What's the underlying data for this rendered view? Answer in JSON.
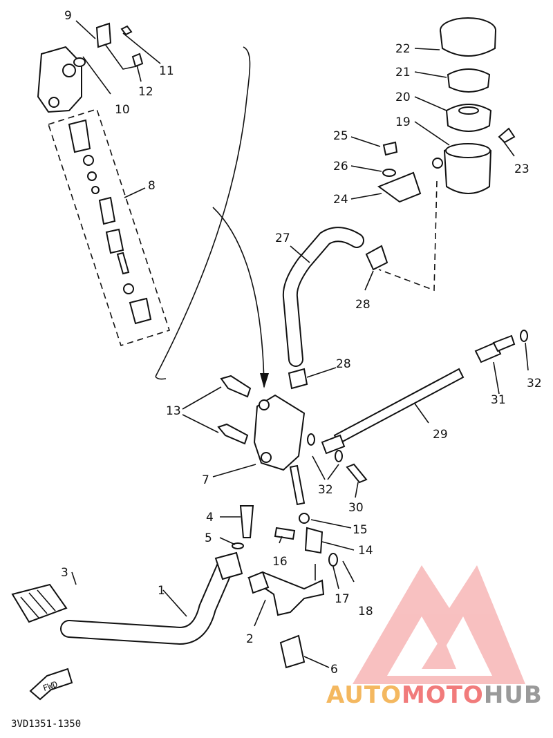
{
  "diagram": {
    "code": "3VD1351-1350",
    "direction_label": "FWD",
    "callouts": [
      "1",
      "2",
      "3",
      "4",
      "5",
      "6",
      "7",
      "8",
      "9",
      "10",
      "11",
      "12",
      "13",
      "14",
      "15",
      "16",
      "17",
      "18",
      "19",
      "20",
      "21",
      "22",
      "23",
      "24",
      "25",
      "26",
      "27",
      "28",
      "28",
      "29",
      "30",
      "31",
      "32",
      "32"
    ]
  },
  "watermark": {
    "part1": "AUTO",
    "part2": "MOTO",
    "part3": "HUB",
    "colors": {
      "auto": "#f4b860",
      "moto": "#f17b7b",
      "hub": "#9a9a9a",
      "logo": "#f38e8e"
    }
  }
}
